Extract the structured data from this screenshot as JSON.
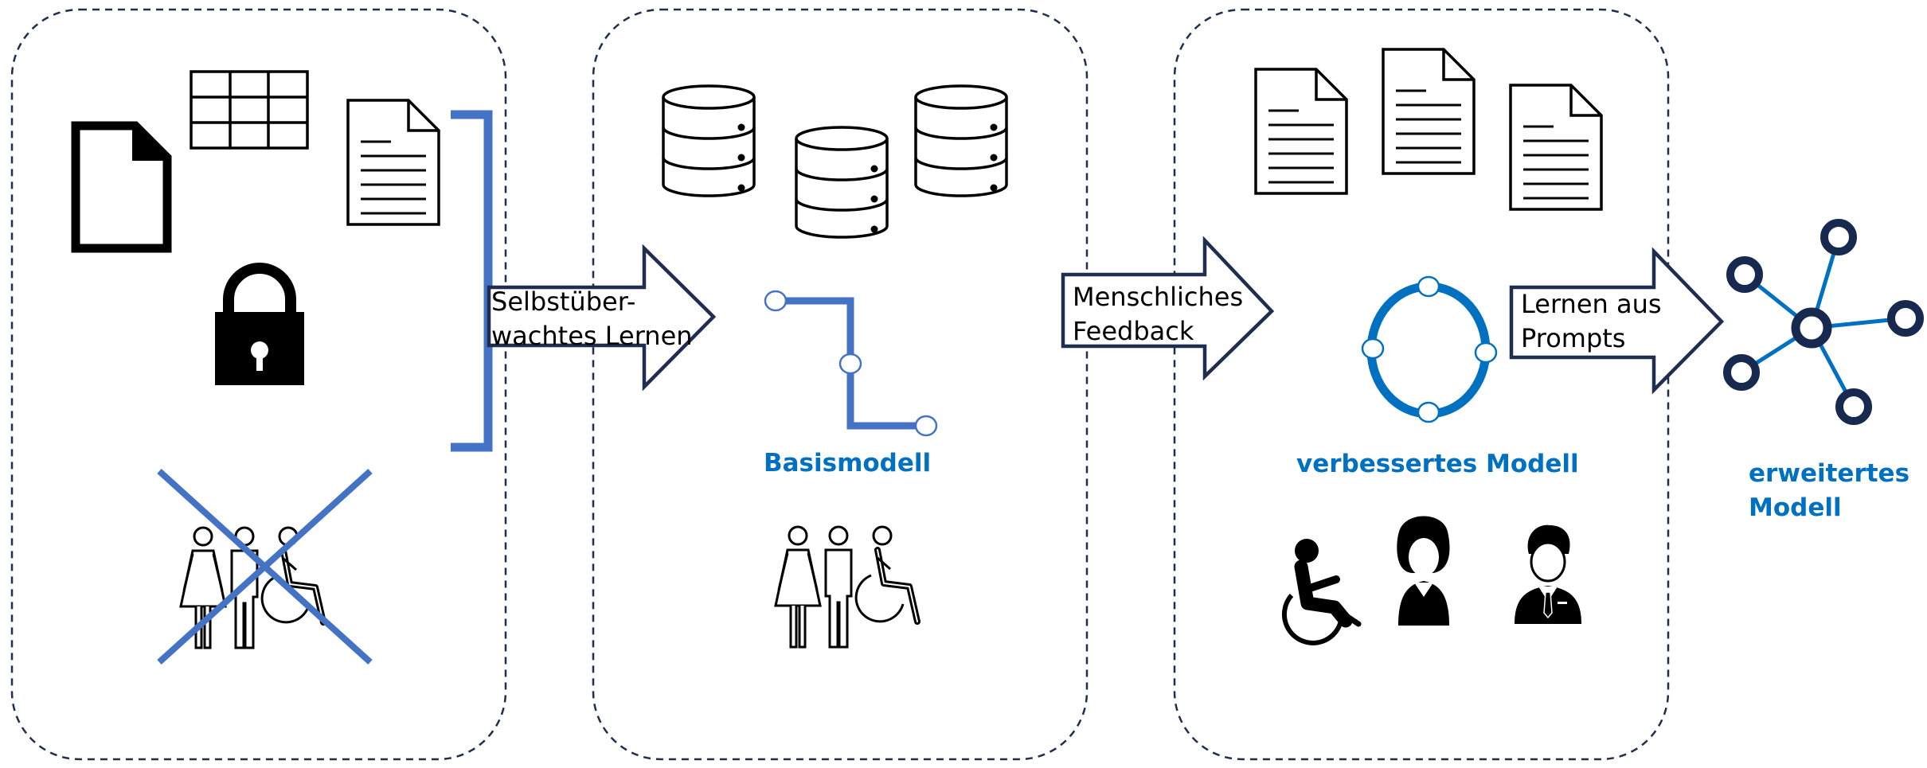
{
  "colors": {
    "stage_border": "#1f2d4e",
    "accent_blue": "#4472c4",
    "model_blue": "#0070c0",
    "network_navy": "#17294f",
    "icon_black": "#000000"
  },
  "stages": [
    {
      "icons": [
        "document-icon",
        "table-icon",
        "text-document-icon",
        "lock-icon",
        "people-crossed-out-icon"
      ]
    },
    {
      "icons": [
        "database-icon",
        "database-icon",
        "database-icon",
        "base-model-path-icon",
        "people-outline-icon"
      ],
      "model_label": "Basismodell"
    },
    {
      "icons": [
        "text-document-icon",
        "text-document-icon",
        "text-document-icon",
        "improved-model-ring-icon",
        "wheelchair-user-icon",
        "woman-icon",
        "man-icon"
      ],
      "model_label": "verbessertes Modell"
    }
  ],
  "arrows": [
    {
      "line1": "Selbstüber-",
      "line2": "wachtes Lernen"
    },
    {
      "line1": "Menschliches",
      "line2": "Feedback"
    },
    {
      "line1": "Lernen aus",
      "line2": "Prompts"
    }
  ],
  "final_model": {
    "icon": "network-hub-icon",
    "line1": "erweitertes",
    "line2": "Modell"
  }
}
